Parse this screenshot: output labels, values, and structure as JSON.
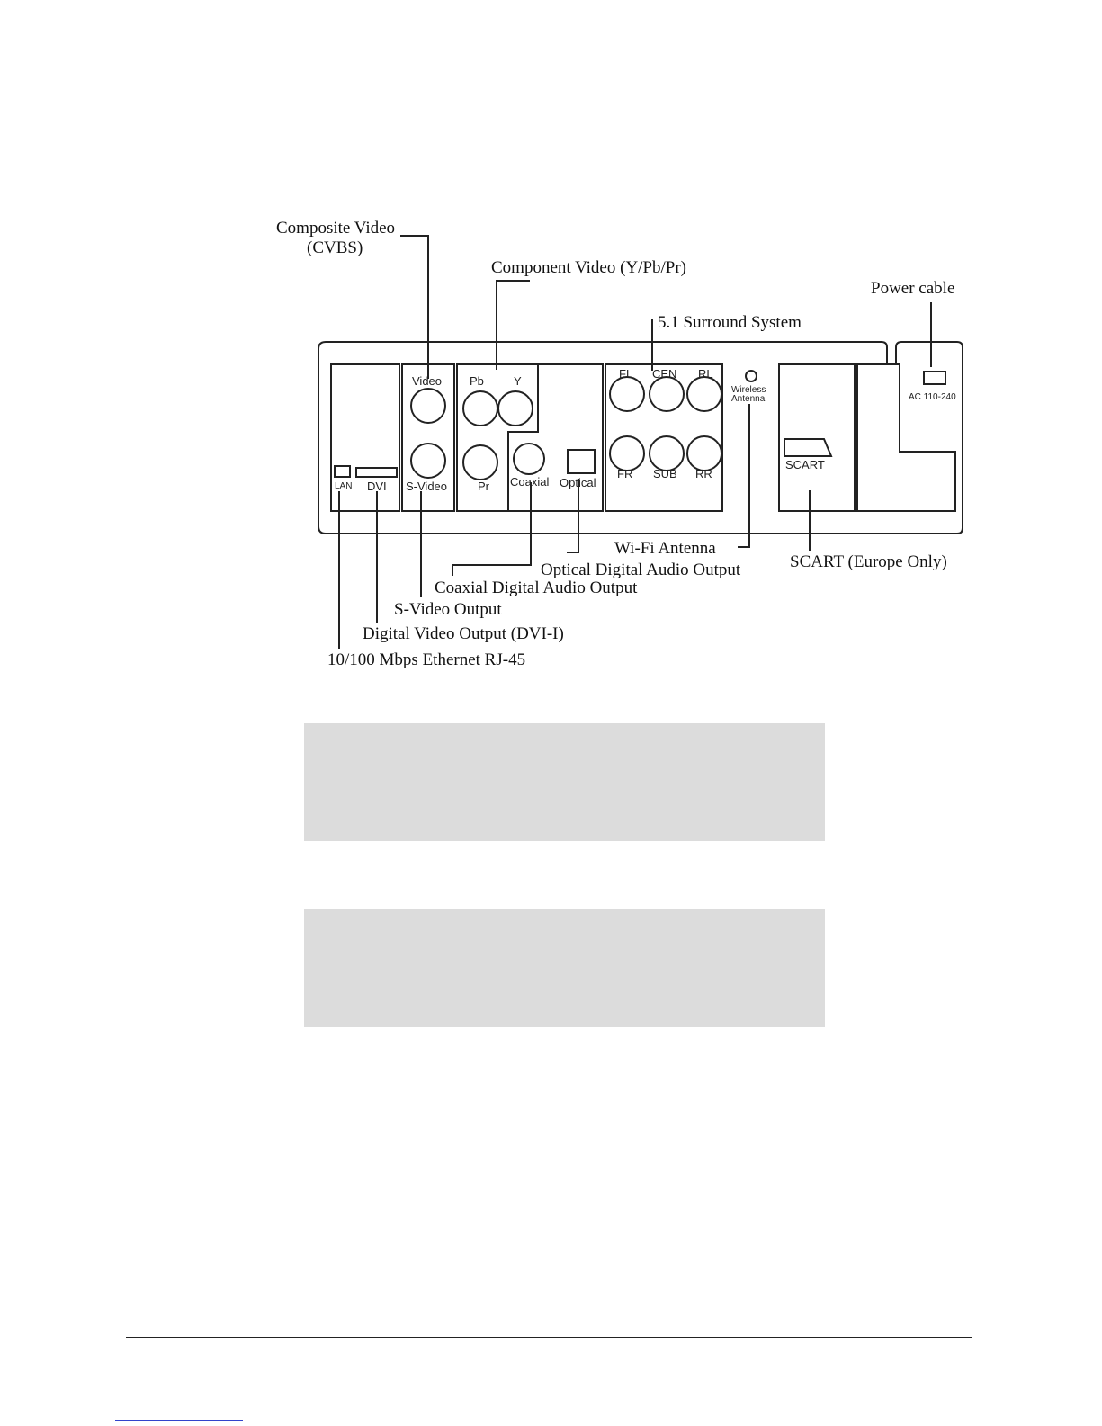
{
  "callouts": {
    "composite_line1": "Composite Video",
    "composite_line2": "(CVBS)",
    "component": "Component Video (Y/Pb/Pr)",
    "surround": "5.1 Surround System",
    "power": "Power cable",
    "wifi": "Wi-Fi Antenna",
    "scart": "SCART (Europe Only)",
    "optical": "Optical Digital Audio Output",
    "coaxial": "Coaxial Digital Audio Output",
    "svideo": "S-Video Output",
    "dvi": "Digital Video Output (DVI-I)",
    "ethernet": "10/100 Mbps Ethernet RJ-45"
  },
  "panel_labels": {
    "video": "Video",
    "svideo": "S-Video",
    "pb": "Pb",
    "y": "Y",
    "pr": "Pr",
    "coaxial": "Coaxial",
    "optical": "Optical",
    "fl": "FL",
    "cen": "CEN",
    "rl": "RL",
    "fr": "FR",
    "sub": "SUB",
    "rr": "RR",
    "wireless_line1": "Wireless",
    "wireless_line2": "Antenna",
    "scart": "SCART",
    "ac": "AC 110-240",
    "lan": "LAN",
    "dvi": "DVI"
  },
  "colors": {
    "line": "#222222",
    "grey_box": "#dcdcdc",
    "footer_link": "#3344cc"
  }
}
